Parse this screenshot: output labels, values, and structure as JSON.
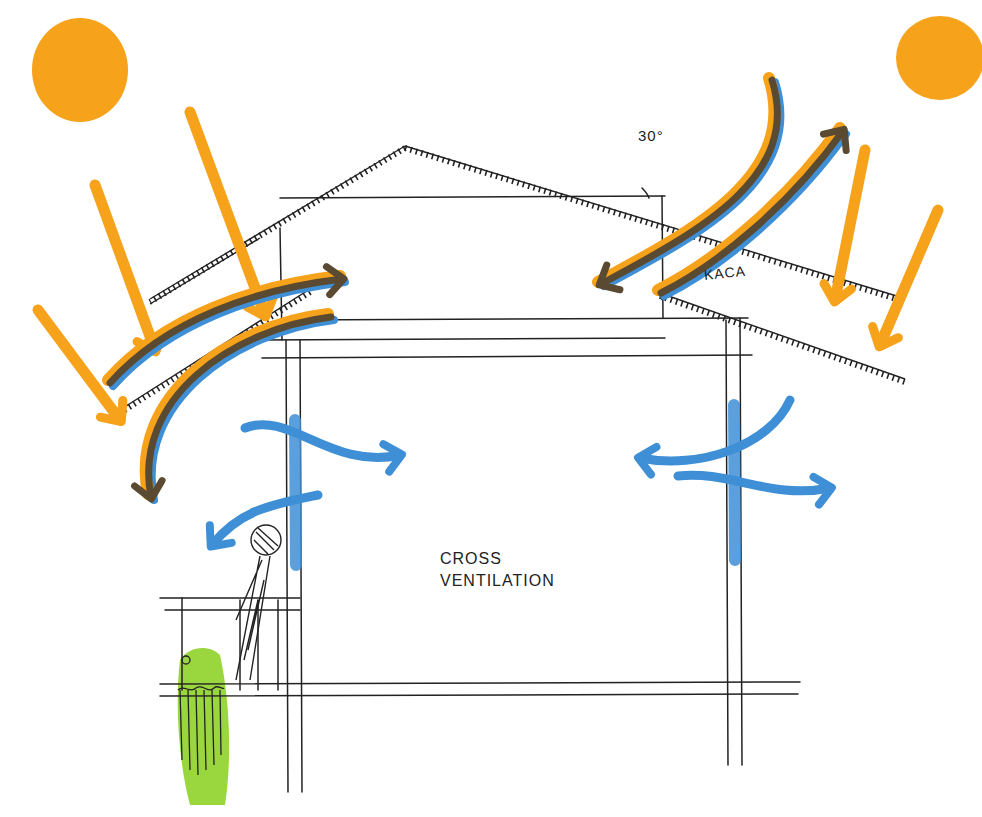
{
  "diagram": {
    "labels": [
      "30°",
      "KACA",
      "CROSS VENTILATION"
    ]
  }
}
